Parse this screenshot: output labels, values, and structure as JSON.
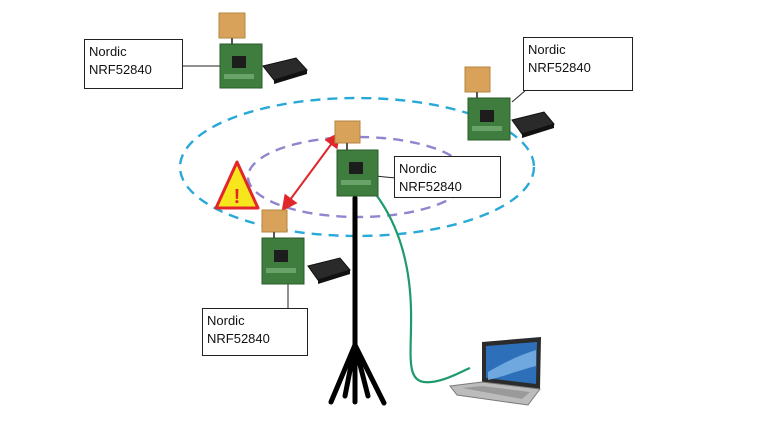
{
  "nodes": [
    {
      "id": "node-top-left",
      "lines": [
        "Nordic",
        "NRF52840"
      ]
    },
    {
      "id": "node-top-right",
      "lines": [
        "Nordic",
        "NRF52840"
      ]
    },
    {
      "id": "node-center",
      "lines": [
        "Nordic",
        "NRF52840"
      ]
    },
    {
      "id": "node-bottom-left",
      "lines": [
        "Nordic",
        "NRF52840"
      ]
    }
  ],
  "warning": {
    "symbol": "!"
  },
  "colors": {
    "outer_range": "#29a9d8",
    "inner_range": "#8f86cf",
    "link_arrow": "#e0262b",
    "usb_cable": "#1e9b6a",
    "board": "#3e7d3e",
    "antenna": "#d8a25a",
    "warning_fill": "#f7e61b",
    "warning_border": "#e3262b",
    "tripod": "#000000"
  }
}
